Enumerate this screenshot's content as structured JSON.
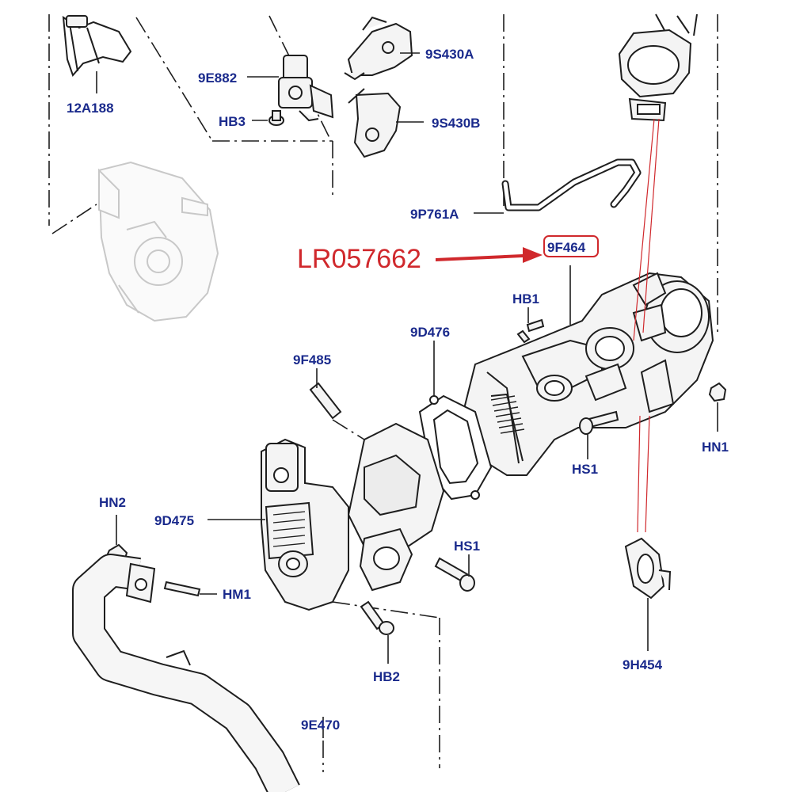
{
  "colors": {
    "label": "#1a2a8c",
    "callout": "#d0282c",
    "line": "#1e1e1e",
    "part": "#f4f4f4",
    "ghost": "#d8d8d8"
  },
  "part_number": "LR057662",
  "labels": {
    "l_12A188": "12A188",
    "l_9E882": "9E882",
    "l_HB3": "HB3",
    "l_9S430A": "9S430A",
    "l_9S430B": "9S430B",
    "l_9P761A": "9P761A",
    "l_9F464": "9F464",
    "l_HB1": "HB1",
    "l_9D476": "9D476",
    "l_9F485": "9F485",
    "l_HN1": "HN1",
    "l_HS1a": "HS1",
    "l_HN2": "HN2",
    "l_9D475": "9D475",
    "l_HS1b": "HS1",
    "l_HM1": "HM1",
    "l_9H454": "9H454",
    "l_HB2": "HB2",
    "l_9E470": "9E470"
  }
}
